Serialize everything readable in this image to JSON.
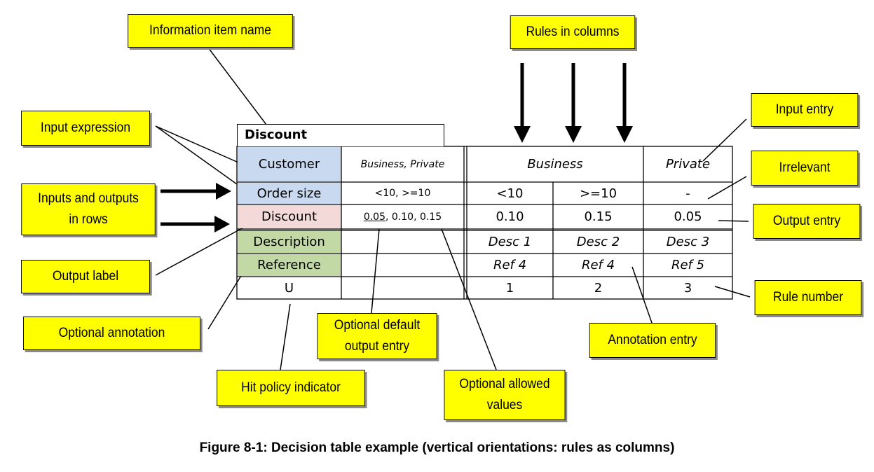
{
  "table": {
    "title": "Discount",
    "label_customer": "Customer",
    "label_order_size": "Order size",
    "label_discount": "Discount",
    "label_description": "Description",
    "label_reference": "Reference",
    "hit_policy": "U",
    "allowed_customer": "Business, Private",
    "allowed_order_size": "<10, >=10",
    "allowed_discount_default": "0.05",
    "allowed_discount_rest": ", 0.10, 0.15",
    "rule_business": "Business",
    "rule_private": "Private",
    "rule1_order": "<10",
    "rule2_order": ">=10",
    "rule3_order": "-",
    "rule1_discount": "0.10",
    "rule2_discount": "0.15",
    "rule3_discount": "0.05",
    "rule1_desc": "Desc 1",
    "rule2_desc": "Desc 2",
    "rule3_desc": "Desc 3",
    "rule1_ref": "Ref 4",
    "rule2_ref": "Ref 4",
    "rule3_ref": "Ref 5",
    "rule1_num": "1",
    "rule2_num": "2",
    "rule3_num": "3"
  },
  "callouts": {
    "information_item_name": "Information item name",
    "rules_in_columns": "Rules in columns",
    "input_expression": "Input expression",
    "input_entry": "Input entry",
    "irrelevant": "Irrelevant",
    "inputs_outputs_line1": "Inputs and outputs",
    "inputs_outputs_line2": "in rows",
    "output_entry": "Output entry",
    "output_label": "Output label",
    "rule_number": "Rule number",
    "optional_annotation": "Optional annotation",
    "optional_default_line1": "Optional default",
    "optional_default_line2": "output entry",
    "annotation_entry": "Annotation entry",
    "hit_policy_indicator": "Hit policy indicator",
    "optional_allowed_line1": "Optional allowed",
    "optional_allowed_line2": "values"
  },
  "caption": "Figure 8-1: Decision table example (vertical orientations: rules as columns)"
}
